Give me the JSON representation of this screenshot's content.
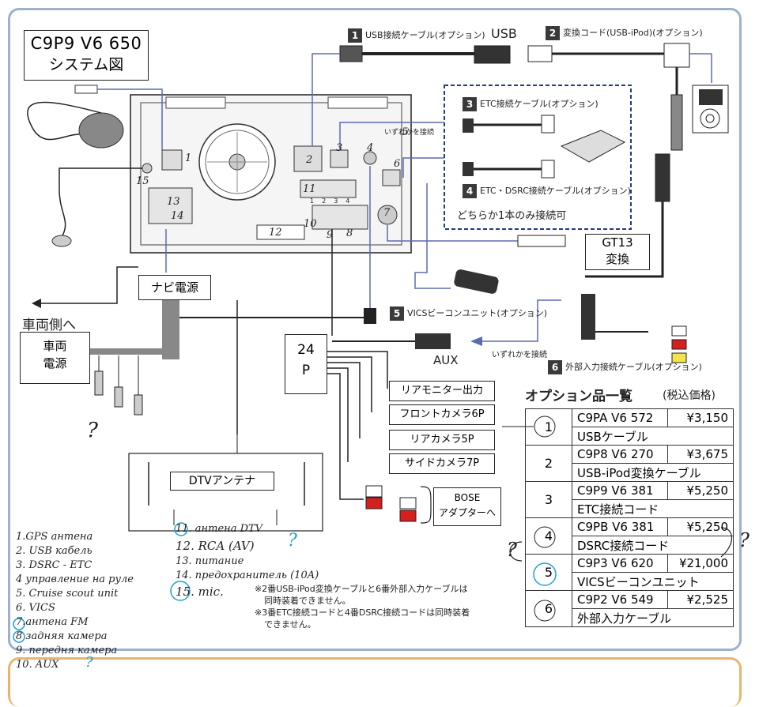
{
  "title": {
    "line1": "C9P9 V6 650",
    "line2": "システム図"
  },
  "callouts": {
    "c1": {
      "num": "1",
      "label": "USB接続ケーブル(オプション)",
      "tag": "USB"
    },
    "c2": {
      "num": "2",
      "label": "変換コード(USB-iPod)(オプション)"
    },
    "c3": {
      "num": "3",
      "label": "ETC接続ケーブル(オプション)"
    },
    "c4": {
      "num": "4",
      "label": "ETC・DSRC接続ケーブル(オプション)"
    },
    "c5": {
      "num": "5",
      "label": "VICSビーコンユニット(オプション)"
    },
    "c6": {
      "num": "6",
      "label": "外部入力接続ケーブル(オプション)"
    }
  },
  "etc_choice_note": "どちらか1本のみ接続可",
  "either_note_top": "いずれかを接続",
  "either_note_aux": "いずれかを接続",
  "gt13": {
    "line1": "GT13",
    "line2": "変換"
  },
  "navi_power": "ナビ電源",
  "to_vehicle": "車両側へ",
  "vehicle_power": {
    "line1": "車両",
    "line2": "電源"
  },
  "p24": {
    "line1": "24",
    "line2": "P"
  },
  "aux_label": "AUX",
  "outputs": [
    "リアモニター出力",
    "フロントカメラ6P",
    "リアカメラ5P",
    "サイドカメラ7P"
  ],
  "bose": {
    "line1": "BOSE",
    "line2": "アダプターへ"
  },
  "dtv_antenna": "DTVアンテナ",
  "unit_port_numbers": [
    "1",
    "2",
    "3",
    "4",
    "5",
    "6",
    "7",
    "8",
    "9",
    "10",
    "11",
    "12",
    "13",
    "14",
    "15"
  ],
  "unit_small_nums": [
    "1",
    "2",
    "3",
    "4"
  ],
  "options": {
    "title": "オプション品一覧",
    "tax_note": "(税込価格)",
    "rows": [
      {
        "no": "1",
        "code": "C9PA V6 572",
        "price": "¥3,150",
        "name": "USBケーブル"
      },
      {
        "no": "2",
        "code": "C9P8 V6 270",
        "price": "¥3,675",
        "name": "USB-iPod変換ケーブル"
      },
      {
        "no": "3",
        "code": "C9P9 V6 381",
        "price": "¥5,250",
        "name": "ETC接続コード"
      },
      {
        "no": "4",
        "code": "C9PB V6 381",
        "price": "¥5,250",
        "name": "DSRC接続コード"
      },
      {
        "no": "5",
        "code": "C9P3 V6 620",
        "price": "¥21,000",
        "name": "VICSビーコンユニット"
      },
      {
        "no": "6",
        "code": "C9P2 V6 549",
        "price": "¥2,525",
        "name": "外部入力ケーブル"
      }
    ]
  },
  "notes": [
    "※2番USB-iPod変換ケーブルと6番外部入力ケーブルは",
    "同時装着できません。",
    "※3番ETC接続コードと4番DSRC接続コードは同時装着",
    "できません。"
  ],
  "handwritten_left": [
    "1.GPS антена",
    "2. USB кабель",
    "3. DSRC - ETC",
    "4 управление на руле",
    "5. Cruise scout unit",
    "6. VICS",
    "7.антена FM",
    "8 задняя камера",
    "9. передня камера",
    "10. AUX"
  ],
  "handwritten_mid": [
    "11. антена DTV",
    "12. RCA (AV)",
    "13. питание",
    "14. предохранитель (10A)",
    "15. mic."
  ],
  "question_mark": "?",
  "colors": {
    "frame": "#9fb0cf",
    "frame_bottom": "#e8b66a",
    "hand_blue": "#1e9fd6",
    "wire_blue": "#5b6bb3",
    "red": "#d62020",
    "yellow": "#f2e44a"
  }
}
